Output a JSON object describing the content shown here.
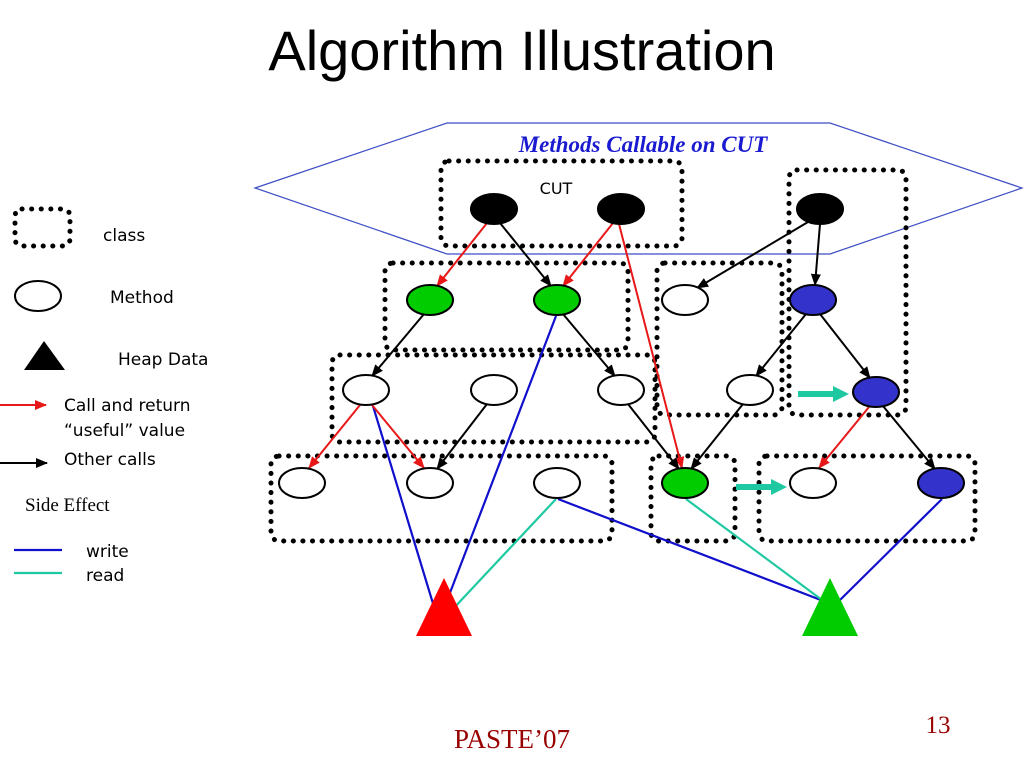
{
  "slide": {
    "title": "Algorithm Illustration",
    "footer": "PASTE’07",
    "page_number": "13"
  },
  "diagram": {
    "region_label": "Methods Callable on CUT",
    "cut_label": "CUT"
  },
  "legend": {
    "class": "class",
    "method": "Method",
    "heap_data": "Heap Data",
    "call_return": [
      "Call and return",
      "“useful” value"
    ],
    "other_calls": "Other calls",
    "side_effect": "Side Effect",
    "write": "write",
    "read": "read"
  },
  "colors": {
    "region_outline": "#3e4ec4",
    "region_label": "#1a1ad0",
    "call_return": "#e81818",
    "other_call": "#000000",
    "write": "#1010cc",
    "read": "#1ec8a0",
    "cut_method": "#000000",
    "green_method": "#00cc00",
    "blue_method": "#3333cc",
    "plain_method": "#ffffff",
    "heap_red": "#ff0000",
    "heap_green": "#00cc00",
    "heap_legend": "#000000",
    "transition_arrow": "#1ec8a0",
    "footer_text": "#990000"
  }
}
